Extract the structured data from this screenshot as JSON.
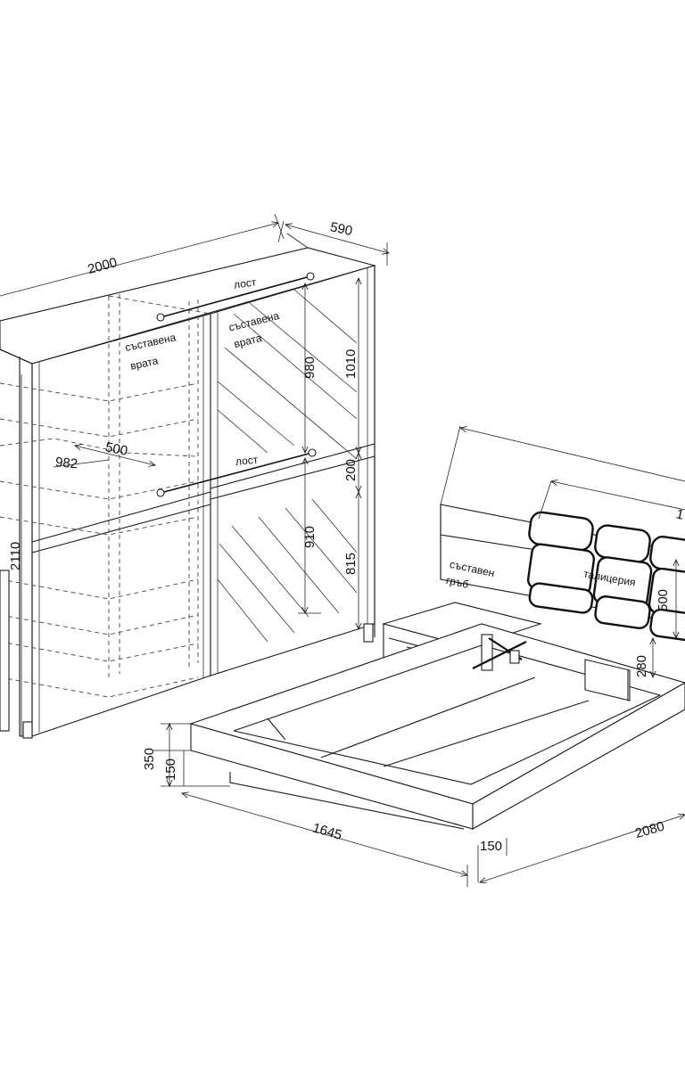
{
  "wardrobe": {
    "width": "2000",
    "depth": "590",
    "height": "2110",
    "upper_door_section": "980",
    "upper_outer": "1010",
    "middle_band": "200",
    "lower_door_section": "910",
    "lower_outer": "815",
    "inner_width": "982",
    "inner_depth": "500",
    "rod_upper_label": "лост",
    "rod_lower_label": "лост",
    "door_left_label": [
      "съставена",
      "врата"
    ],
    "door_right_label": [
      "съставена",
      "врата"
    ]
  },
  "bed": {
    "total_height": "350",
    "plinth_height": "150",
    "outer_width": "1645",
    "outer_length": "2080",
    "side_offset": "150",
    "headboard_height": "500",
    "headboard_gap": "280",
    "headboard_length_partial": "1",
    "back_label": [
      "съставен",
      "гръб"
    ],
    "cushion_label": "талицерия"
  }
}
